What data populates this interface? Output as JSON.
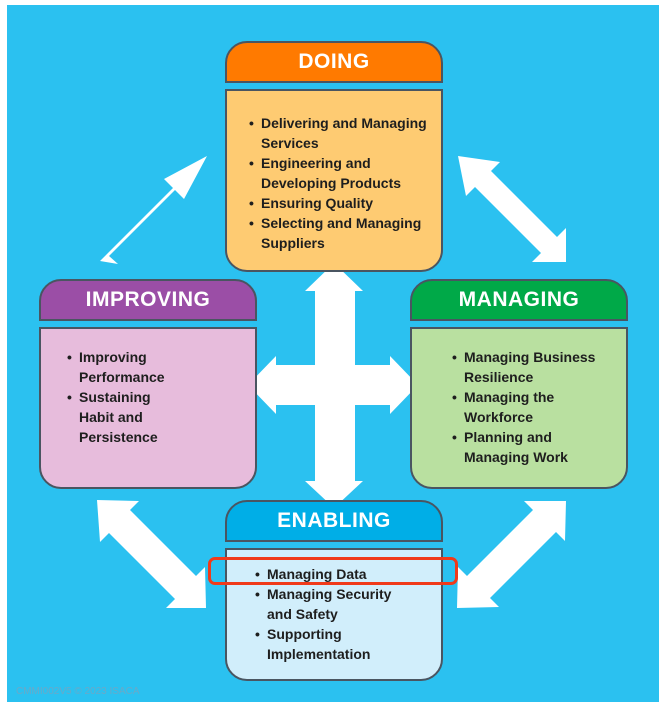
{
  "diagram": {
    "background_color": "#2bc1f0",
    "arrow_color": "#ffffff",
    "categories": [
      {
        "id": "doing",
        "title": "DOING",
        "header_color": "#ff7a00",
        "body_color": "#fecb72",
        "items": [
          "Delivering and Managing Services",
          "Engineering and Developing Products",
          "Ensuring Quality",
          "Selecting and Managing Suppliers"
        ]
      },
      {
        "id": "improving",
        "title": "IMPROVING",
        "header_color": "#9b4ea6",
        "body_color": "#e7bcdc",
        "items": [
          "Improving Performance",
          "Sustaining Habit and Persistence"
        ]
      },
      {
        "id": "managing",
        "title": "MANAGING",
        "header_color": "#00a948",
        "body_color": "#b9e0a0",
        "items": [
          "Managing Business Resilience",
          "Managing the Workforce",
          "Planning and Managing Work"
        ]
      },
      {
        "id": "enabling",
        "title": "ENABLING",
        "header_color": "#00aee7",
        "body_color": "#d1eefb",
        "items": [
          "Managing Data",
          "Managing Security and Safety",
          "Supporting Implementation"
        ]
      }
    ],
    "highlight": {
      "item": "Managing Data",
      "color": "#f03a1a"
    },
    "footer": "CMMI002V5 © 2023 ISACA"
  }
}
